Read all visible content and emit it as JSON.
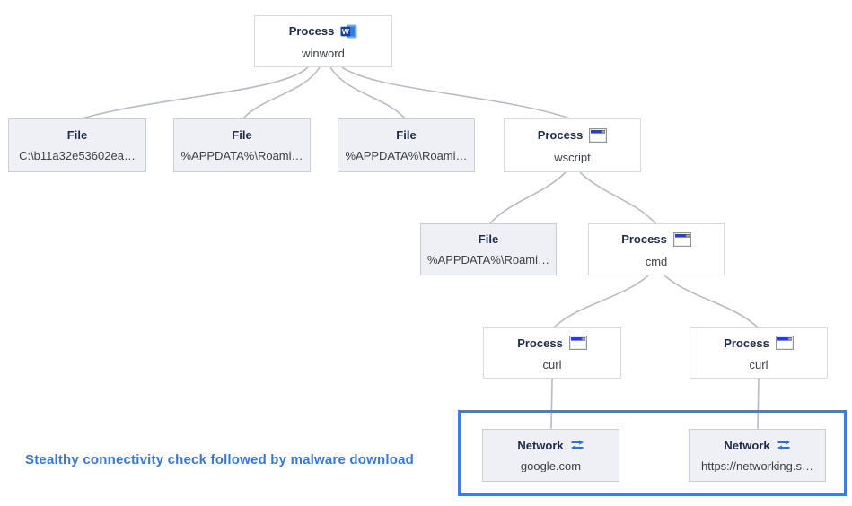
{
  "annotation": {
    "text": "Stealthy connectivity check followed by malware download"
  },
  "nodes": {
    "winword": {
      "type": "Process",
      "value": "winword"
    },
    "file_document": {
      "type": "File",
      "value": "C:\\b11a32e53602ea…"
    },
    "file_appdata_1": {
      "type": "File",
      "value": "%APPDATA%\\Roami…"
    },
    "file_appdata_2": {
      "type": "File",
      "value": "%APPDATA%\\Roami…"
    },
    "wscript": {
      "type": "Process",
      "value": "wscript"
    },
    "file_appdata_3": {
      "type": "File",
      "value": "%APPDATA%\\Roami…"
    },
    "cmd": {
      "type": "Process",
      "value": "cmd"
    },
    "curl_1": {
      "type": "Process",
      "value": "curl"
    },
    "curl_2": {
      "type": "Process",
      "value": "curl"
    },
    "network_google": {
      "type": "Network",
      "value": "google.com"
    },
    "network_url": {
      "type": "Network",
      "value": "https://networking.s…"
    }
  },
  "colors": {
    "highlight_box": "#3c7edb",
    "annotation_text": "#3a76d3",
    "edge": "#b7bbc3",
    "node_title": "#1d2b4a",
    "node_value": "#3a3f46",
    "file_node_bg": "#eef0f6",
    "network_icon": "#2e6fd9"
  }
}
